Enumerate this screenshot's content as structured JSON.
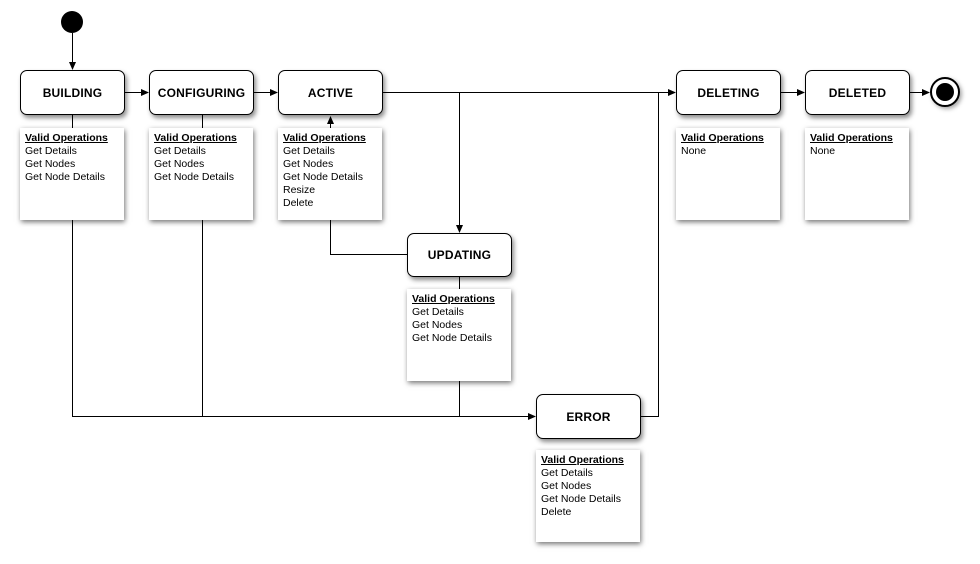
{
  "states": {
    "building": {
      "label": "BUILDING",
      "ops_title": "Valid Operations",
      "ops": [
        "Get Details",
        "Get Nodes",
        "Get Node Details"
      ]
    },
    "configuring": {
      "label": "CONFIGURING",
      "ops_title": "Valid Operations",
      "ops": [
        "Get Details",
        "Get Nodes",
        "Get Node Details"
      ]
    },
    "active": {
      "label": "ACTIVE",
      "ops_title": "Valid Operations",
      "ops": [
        "Get Details",
        "Get Nodes",
        "Get Node Details",
        "Resize",
        "Delete"
      ]
    },
    "updating": {
      "label": "UPDATING",
      "ops_title": "Valid Operations",
      "ops": [
        "Get Details",
        "Get Nodes",
        "Get Node Details"
      ]
    },
    "error": {
      "label": "ERROR",
      "ops_title": "Valid Operations",
      "ops": [
        "Get Details",
        "Get Nodes",
        "Get Node Details",
        "Delete"
      ]
    },
    "deleting": {
      "label": "DELETING",
      "ops_title": "Valid Operations",
      "ops": [
        "None"
      ]
    },
    "deleted": {
      "label": "DELETED",
      "ops_title": "Valid Operations",
      "ops": [
        "None"
      ]
    }
  },
  "colors": {
    "line": "#000000",
    "box_fill": "#ffffff"
  }
}
